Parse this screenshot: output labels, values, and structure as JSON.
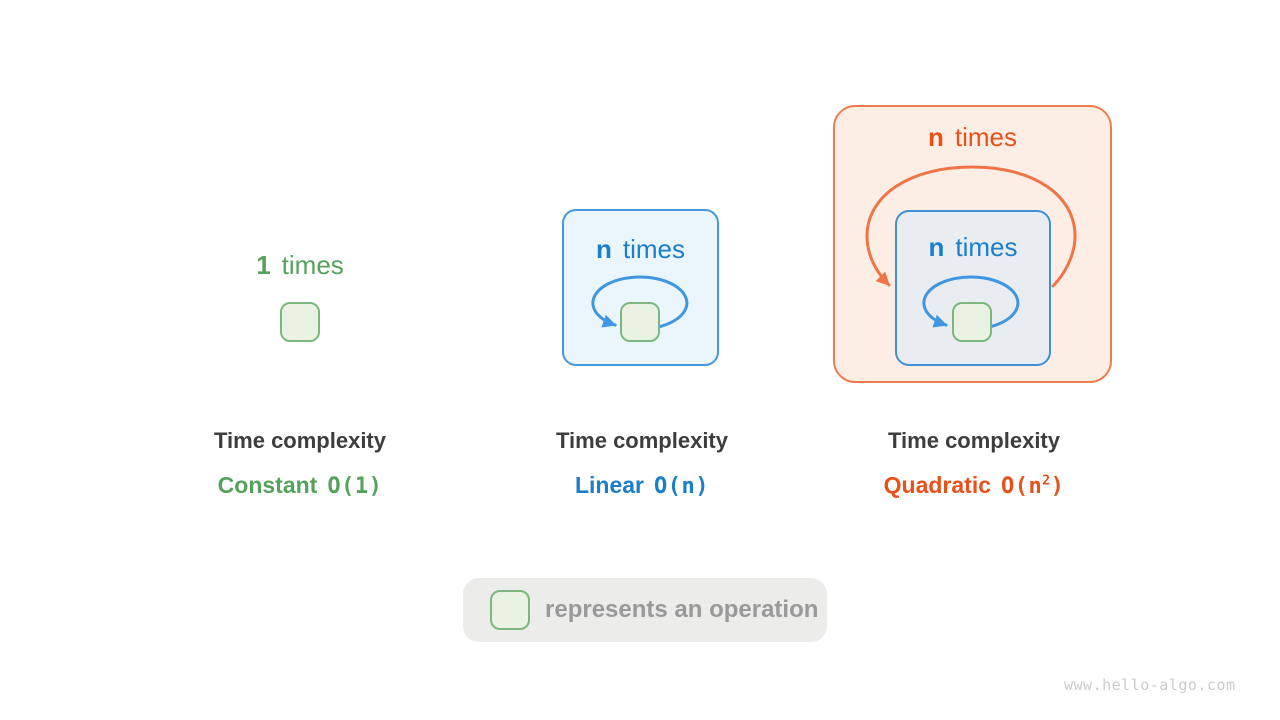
{
  "colors": {
    "canvas-bg": "#ffffff",
    "green-text": "#56a15c",
    "green-border": "#7cb77e",
    "green-fill": "#eaf2e4",
    "blue-text": "#1a7ecb",
    "blue-border": "#4598dd",
    "blue-loop": "#3e97e0",
    "blue-box-fill": "#eaf5fc",
    "inner-box-border": "#3f8ed6",
    "inner-box-fill": "#e9edf2",
    "orange-text": "#e8521a",
    "orange-border": "#ee7c4e",
    "orange-arc": "#ef7547",
    "orange-fill": "#fdeee5",
    "dark-text": "#3d3d3d",
    "legend-bg": "#ececeb",
    "legend-text": "#999999",
    "watermark-text": "#cbcbcb"
  },
  "diagrams": {
    "constant": {
      "count_label": "1",
      "times_label": "times",
      "caption_title": "Time complexity",
      "complexity_name": "Constant",
      "big_o": "O(1)",
      "big_o_sup": "",
      "big_o_close": ""
    },
    "linear": {
      "count_label": "n",
      "times_label": "times",
      "caption_title": "Time complexity",
      "complexity_name": "Linear",
      "big_o": "O(n)",
      "big_o_sup": "",
      "big_o_close": ""
    },
    "quadratic": {
      "outer_count_label": "n",
      "outer_times_label": "times",
      "inner_count_label": "n",
      "inner_times_label": "times",
      "caption_title": "Time complexity",
      "complexity_name": "Quadratic",
      "big_o": "O(n",
      "big_o_sup": "2",
      "big_o_close": ")"
    }
  },
  "legend": {
    "label": "represents an operation"
  },
  "watermark": "www.hello-algo.com"
}
